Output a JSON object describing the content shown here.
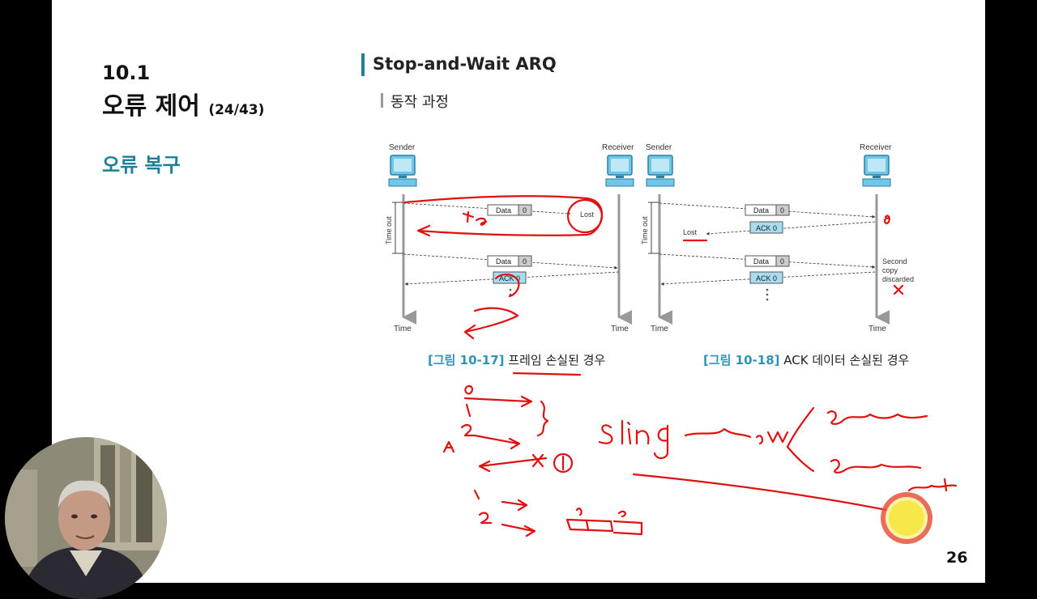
{
  "slide": {
    "section_number": "10.1",
    "title_main": "오류 제어",
    "title_sub": "(24/43)",
    "subtopic": "오류 복구",
    "heading": "Stop-and-Wait ARQ",
    "step": "동작 과정",
    "page_number": "26"
  },
  "figure_left": {
    "sender_label": "Sender",
    "receiver_label": "Receiver",
    "time_label_left": "Time",
    "time_label_right": "Time",
    "timeout_label": "Time out",
    "frame1_label": "Data",
    "frame1_seq": "0",
    "lost_label": "Lost",
    "frame2_label": "Data",
    "frame2_seq": "0",
    "ack_label": "ACK 0",
    "caption_fig": "[그림 10-17]",
    "caption_text": "프레임 손실된 경우"
  },
  "figure_right": {
    "sender_label": "Sender",
    "receiver_label": "Receiver",
    "time_label_left": "Time",
    "time_label_right": "Time",
    "timeout_label": "Time out",
    "frame1_label": "Data",
    "frame1_seq": "0",
    "ack1_label": "ACK 0",
    "lost_label": "Lost",
    "frame2_label": "Data",
    "frame2_seq": "0",
    "ack2_label": "ACK 0",
    "discard_line1": "Second",
    "discard_line2": "copy",
    "discard_line3": "discarded",
    "caption_fig": "[그림 10-18]",
    "caption_text": "ACK 데이터 손실된 경우"
  },
  "colors": {
    "accent": "#1e7f97",
    "caption_fig": "#2e93b8",
    "ack_fill": "#a9dcef",
    "annotation": "#e01010"
  }
}
